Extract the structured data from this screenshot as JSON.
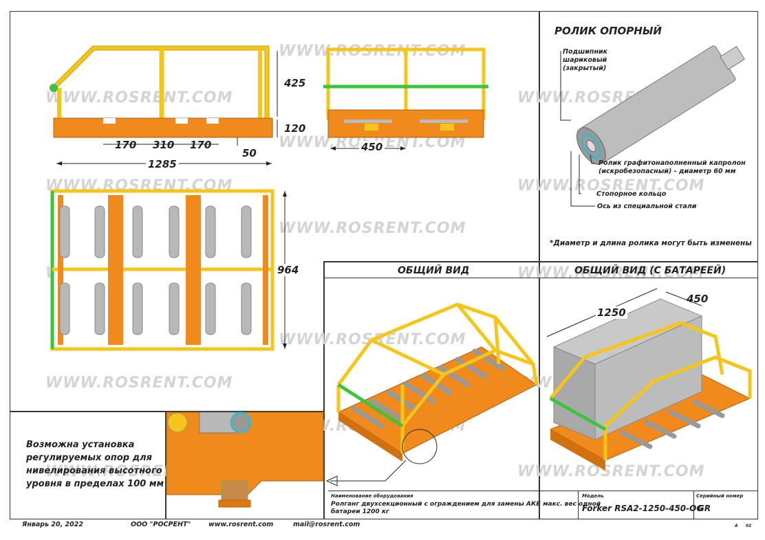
{
  "watermark": "WWW.ROSRENT.COM",
  "dimensions": {
    "side_height_top": "425",
    "side_height_bottom": "120",
    "side_seg_a": "170",
    "side_seg_b": "310",
    "side_seg_c": "170",
    "side_offset": "50",
    "side_length": "1285",
    "front_width": "450",
    "top_width": "964",
    "battery_length": "1250",
    "battery_width": "450"
  },
  "roller": {
    "title": "РОЛИК ОПОРНЫЙ",
    "bearing": [
      "Подшипник",
      "шариковый",
      "(закрытый)"
    ],
    "graphite": [
      "Ролик графитонаполненный капролон",
      "(искробезопасный) - диаметр 60 мм"
    ],
    "ring": "Стопорное кольцо",
    "axle": "Ось из специальной стали",
    "note": "*Диаметр и длина ролика могут быть изменены"
  },
  "views": {
    "general": "ОБЩИЙ ВИД",
    "with_battery": "ОБЩИЙ ВИД (С БАТАРЕЕЙ)"
  },
  "feet_note": [
    "Возможна установка",
    "регулируемых опор для",
    "нивелирования высотного",
    "уровня в пределах 100 мм"
  ],
  "title_block": {
    "name_label": "Наименование оборудования",
    "name_value": [
      "Ролганг двухсекционный с ограждением  для замены АКБ макс. вес одной",
      "батареи 1200 кг"
    ],
    "model_label": "Модель",
    "model_value": "Forker RSA2-1250-450-OG",
    "serial_label": "Серийный номер",
    "serial_value": "GR",
    "sheet_a": "А",
    "sheet_b": "02"
  },
  "footer": {
    "date": "Январь 20, 2022",
    "company": "ООО \"РОСРЕНТ\"",
    "website": "www.rosrent.com",
    "email": "mail@rosrent.com"
  },
  "colors": {
    "orange": "#f08a1c",
    "yellow": "#f5c518",
    "green": "#3cc43c",
    "roller_gray": "#b8b8b8"
  }
}
